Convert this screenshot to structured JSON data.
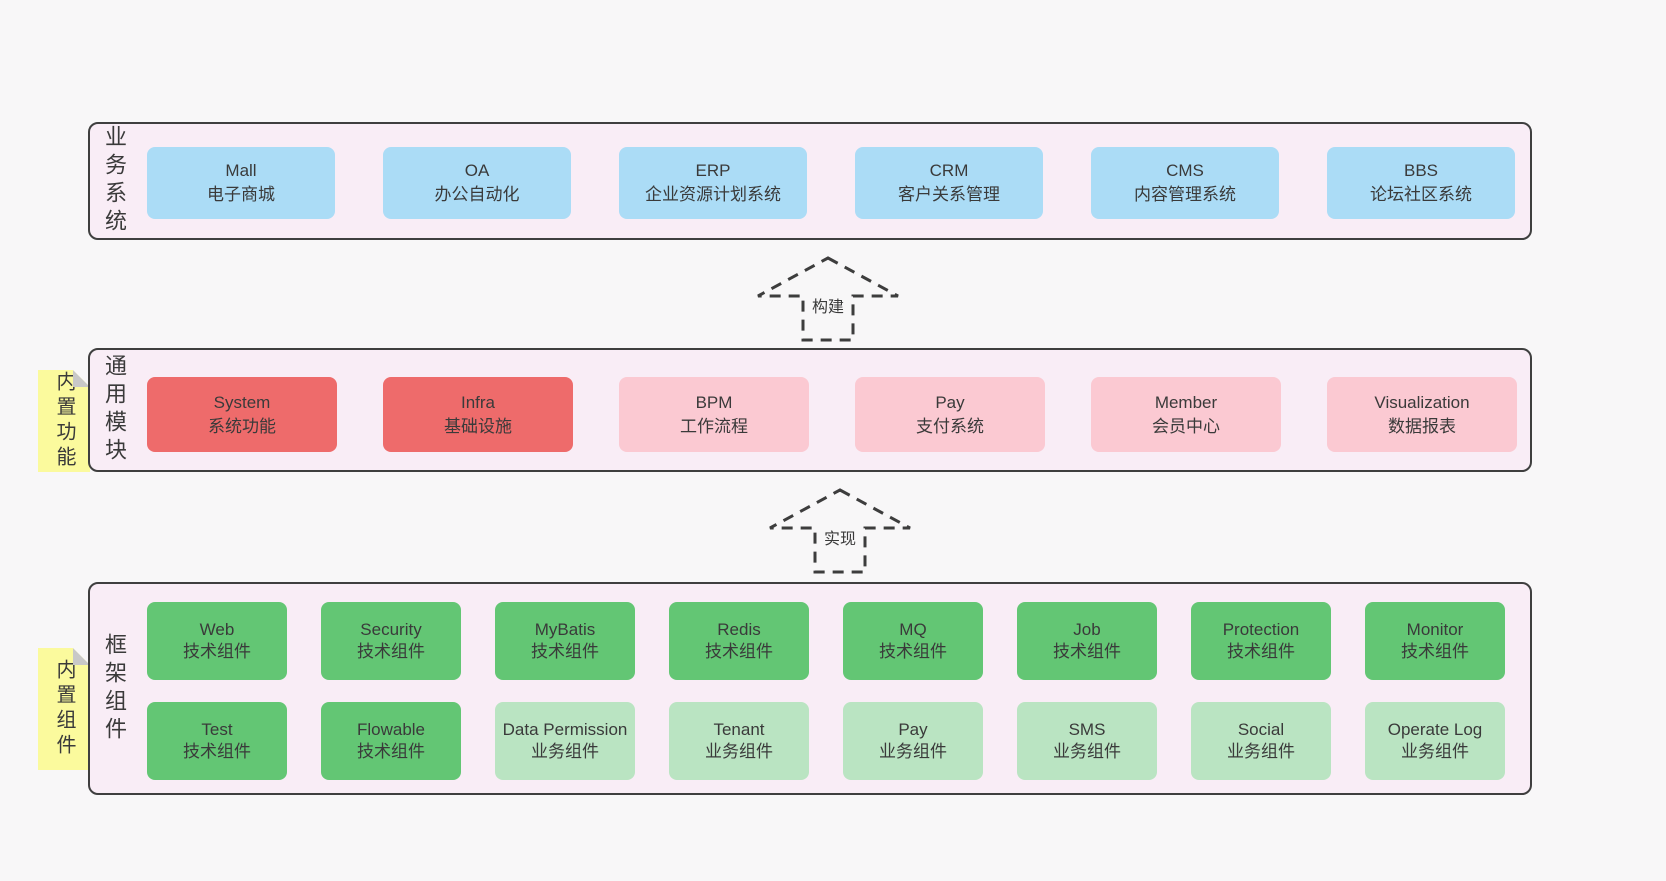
{
  "colors": {
    "page_bg": "#f8f7f8",
    "container_bg": "#f9edf6",
    "container_border": "#3f3f3f",
    "blue": "#abdcf6",
    "red": "#ee6b6b",
    "pink": "#fbc9d2",
    "green_dark": "#63c674",
    "green_light": "#bae4c2",
    "note_yellow": "#fbfa9d",
    "note_fold": "#c8c8c8",
    "text": "#3a3a3a"
  },
  "arrows": [
    {
      "label": "构建"
    },
    {
      "label": "实现"
    }
  ],
  "bands": [
    {
      "name": "business-systems",
      "label": "业务系统",
      "note": null,
      "rows": [
        [
          {
            "title": "Mall",
            "subtitle": "电子商城",
            "color": "blue"
          },
          {
            "title": "OA",
            "subtitle": "办公自动化",
            "color": "blue"
          },
          {
            "title": "ERP",
            "subtitle": "企业资源计划系统",
            "color": "blue"
          },
          {
            "title": "CRM",
            "subtitle": "客户关系管理",
            "color": "blue"
          },
          {
            "title": "CMS",
            "subtitle": "内容管理系统",
            "color": "blue"
          },
          {
            "title": "BBS",
            "subtitle": "论坛社区系统",
            "color": "blue"
          }
        ]
      ]
    },
    {
      "name": "common-modules",
      "label": "通用模块",
      "note": "内置功能",
      "rows": [
        [
          {
            "title": "System",
            "subtitle": "系统功能",
            "color": "red"
          },
          {
            "title": "Infra",
            "subtitle": "基础设施",
            "color": "red"
          },
          {
            "title": "BPM",
            "subtitle": "工作流程",
            "color": "pink"
          },
          {
            "title": "Pay",
            "subtitle": "支付系统",
            "color": "pink"
          },
          {
            "title": "Member",
            "subtitle": "会员中心",
            "color": "pink"
          },
          {
            "title": "Visualization",
            "subtitle": "数据报表",
            "color": "pink"
          }
        ]
      ]
    },
    {
      "name": "framework-components",
      "label": "框架组件",
      "note": "内置组件",
      "rows": [
        [
          {
            "title": "Web",
            "subtitle": "技术组件",
            "color": "green-dark"
          },
          {
            "title": "Security",
            "subtitle": "技术组件",
            "color": "green-dark"
          },
          {
            "title": "MyBatis",
            "subtitle": "技术组件",
            "color": "green-dark"
          },
          {
            "title": "Redis",
            "subtitle": "技术组件",
            "color": "green-dark"
          },
          {
            "title": "MQ",
            "subtitle": "技术组件",
            "color": "green-dark"
          },
          {
            "title": "Job",
            "subtitle": "技术组件",
            "color": "green-dark"
          },
          {
            "title": "Protection",
            "subtitle": "技术组件",
            "color": "green-dark"
          },
          {
            "title": "Monitor",
            "subtitle": "技术组件",
            "color": "green-dark"
          }
        ],
        [
          {
            "title": "Test",
            "subtitle": "技术组件",
            "color": "green-dark"
          },
          {
            "title": "Flowable",
            "subtitle": "技术组件",
            "color": "green-dark"
          },
          {
            "title": "Data Permission",
            "subtitle": "业务组件",
            "color": "green-light"
          },
          {
            "title": "Tenant",
            "subtitle": "业务组件",
            "color": "green-light"
          },
          {
            "title": "Pay",
            "subtitle": "业务组件",
            "color": "green-light"
          },
          {
            "title": "SMS",
            "subtitle": "业务组件",
            "color": "green-light"
          },
          {
            "title": "Social",
            "subtitle": "业务组件",
            "color": "green-light"
          },
          {
            "title": "Operate Log",
            "subtitle": "业务组件",
            "color": "green-light"
          }
        ]
      ]
    }
  ]
}
